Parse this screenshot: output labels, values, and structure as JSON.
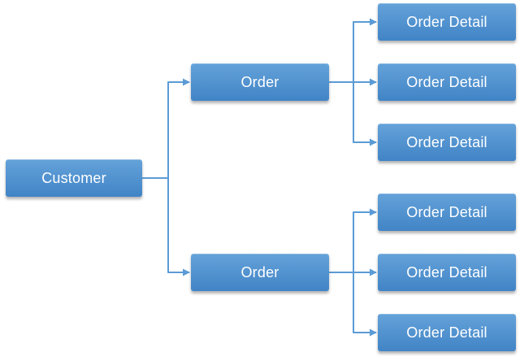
{
  "diagram": {
    "type": "hierarchy-tree",
    "nodes": [
      {
        "id": "customer",
        "label": "Customer"
      },
      {
        "id": "order-1",
        "label": "Order"
      },
      {
        "id": "order-2",
        "label": "Order"
      },
      {
        "id": "order-detail-1",
        "label": "Order Detail"
      },
      {
        "id": "order-detail-2",
        "label": "Order Detail"
      },
      {
        "id": "order-detail-3",
        "label": "Order Detail"
      },
      {
        "id": "order-detail-4",
        "label": "Order Detail"
      },
      {
        "id": "order-detail-5",
        "label": "Order Detail"
      },
      {
        "id": "order-detail-6",
        "label": "Order Detail"
      }
    ],
    "edges": [
      {
        "from": "customer",
        "to": "order-1"
      },
      {
        "from": "customer",
        "to": "order-2"
      },
      {
        "from": "order-1",
        "to": "order-detail-1"
      },
      {
        "from": "order-1",
        "to": "order-detail-2"
      },
      {
        "from": "order-1",
        "to": "order-detail-3"
      },
      {
        "from": "order-2",
        "to": "order-detail-4"
      },
      {
        "from": "order-2",
        "to": "order-detail-5"
      },
      {
        "from": "order-2",
        "to": "order-detail-6"
      }
    ]
  },
  "colors": {
    "background_color": "#ffffff",
    "box_top_color": "#64a2d9",
    "box_bottom_color": "#4184c6",
    "connector_color": "#5b9bd5",
    "text_color": "#ffffff"
  }
}
